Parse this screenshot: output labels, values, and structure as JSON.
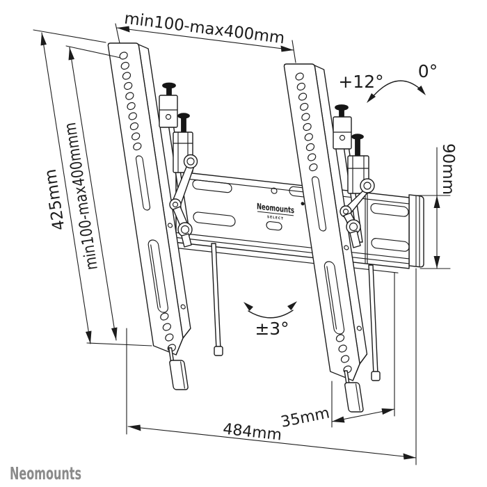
{
  "drawing": {
    "title": "tilting tv wall mount technical drawing",
    "watermark_brand": "Neomounts",
    "plate_logo": {
      "brand": "Neomounts",
      "sub_label": "SELECT"
    },
    "dimensions": {
      "top_width": "min100-max400mm",
      "left_height_outer": "425mm",
      "left_height_inner": "min100-max400mmm",
      "right_depth": "90mm",
      "bottom_offset": "35mm",
      "bottom_width": "484mm"
    },
    "angles": {
      "tilt_down": "+12°",
      "tilt_zero": "0°",
      "level_adjust": "±3°"
    },
    "colors": {
      "line": "#1c1c1c",
      "watermark": "#8a8a8a",
      "background": "#ffffff"
    }
  }
}
